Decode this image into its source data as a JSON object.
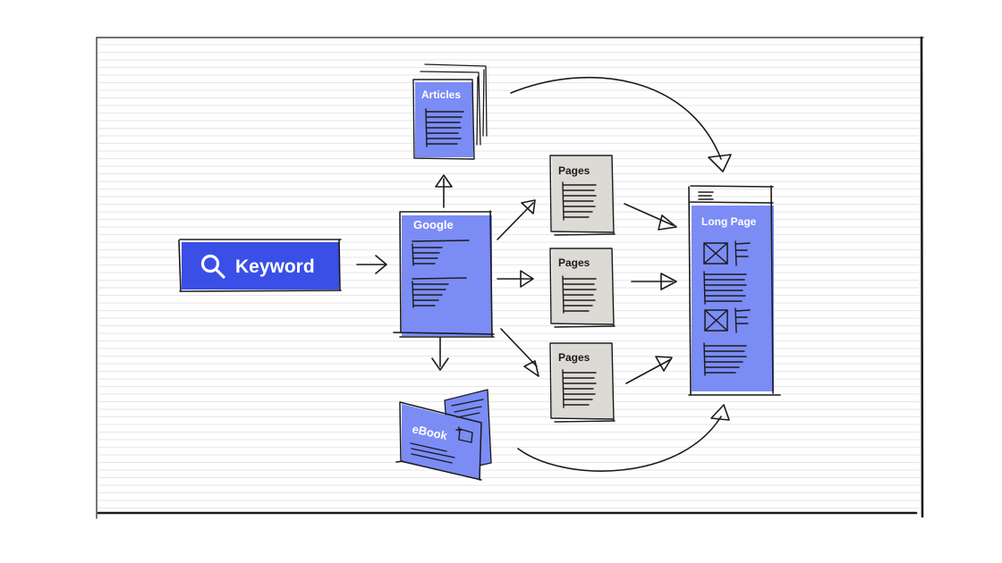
{
  "keyword": {
    "label": "Keyword",
    "icon": "search-icon"
  },
  "nodes": {
    "articles": "Articles",
    "google": "Google",
    "ebook": "eBook",
    "pages_top": "Pages",
    "pages_mid": "Pages",
    "pages_bottom": "Pages",
    "long_page": "Long Page"
  },
  "colors": {
    "accent": "#7b8cf5",
    "keyword_fill": "#3a4fe6",
    "page_fill": "#dcdad4",
    "stroke": "#1b1b1b",
    "paper_line": "#e4e4e4"
  }
}
